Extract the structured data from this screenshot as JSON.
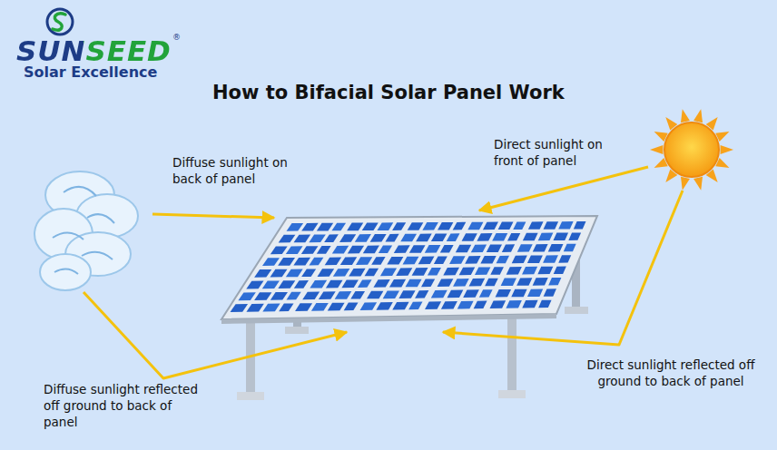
{
  "diagram": {
    "title": "How to Bifacial Solar Panel Work",
    "labels": [
      "SUNSEED",
      "®",
      "Solar Excellence",
      "Diffuse sunlight on back of panel",
      "Direct sunlight on front of panel",
      "Diffuse sunlight reflected off ground to back of panel",
      "Direct sunlight reflected off ground to back of panel"
    ]
  }
}
